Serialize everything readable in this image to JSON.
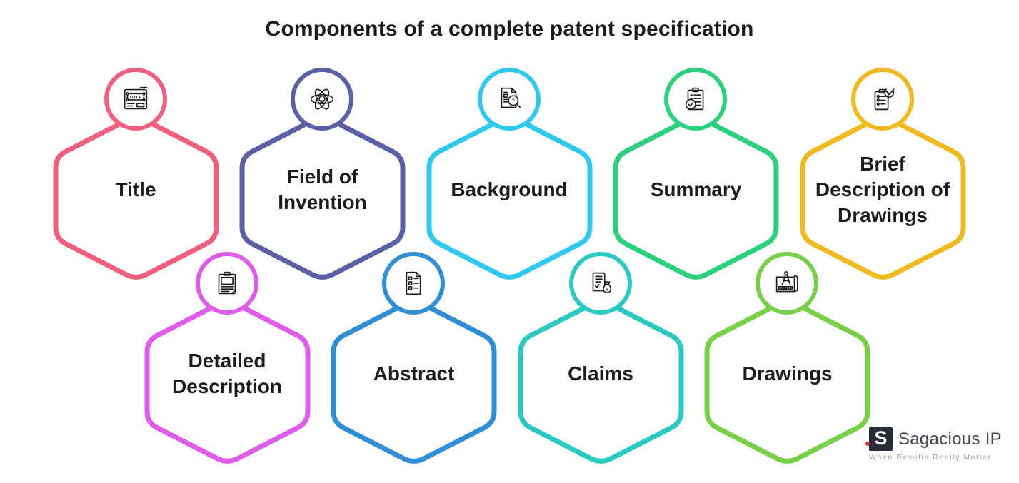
{
  "page": {
    "title": "Components of a complete patent specification",
    "background_color": "#ffffff",
    "text_color": "#1c1c1c"
  },
  "items": [
    {
      "label": "Title",
      "color": "#f0607e",
      "icon": "title-document-icon",
      "row": 1,
      "col": 0
    },
    {
      "label": "Field of\nInvention",
      "color": "#5a5fa6",
      "icon": "atom-idea-icon",
      "row": 1,
      "col": 1
    },
    {
      "label": "Background",
      "color": "#2ec9ef",
      "icon": "document-search-icon",
      "row": 1,
      "col": 2
    },
    {
      "label": "Summary",
      "color": "#2bd17d",
      "icon": "clipboard-check-icon",
      "row": 1,
      "col": 3
    },
    {
      "label": "Brief\nDescription of\nDrawings",
      "color": "#f0ba1e",
      "icon": "checklist-check-icon",
      "row": 1,
      "col": 4
    },
    {
      "label": "Detailed\nDescription",
      "color": "#e05bec",
      "icon": "clipboard-document-icon",
      "row": 2,
      "col": 0
    },
    {
      "label": "Abstract",
      "color": "#2f8fd6",
      "icon": "document-list-icon",
      "row": 2,
      "col": 1
    },
    {
      "label": "Claims",
      "color": "#2ac9c2",
      "icon": "document-money-icon",
      "row": 2,
      "col": 2
    },
    {
      "label": "Drawings",
      "color": "#77d047",
      "icon": "blueprint-compass-icon",
      "row": 2,
      "col": 3
    }
  ],
  "logo": {
    "name": "Sagacious IP",
    "tagline": "When Results Really Matter",
    "mark_letter": "S",
    "mark_color": "#272d36",
    "dot_color": "#d8312f"
  }
}
